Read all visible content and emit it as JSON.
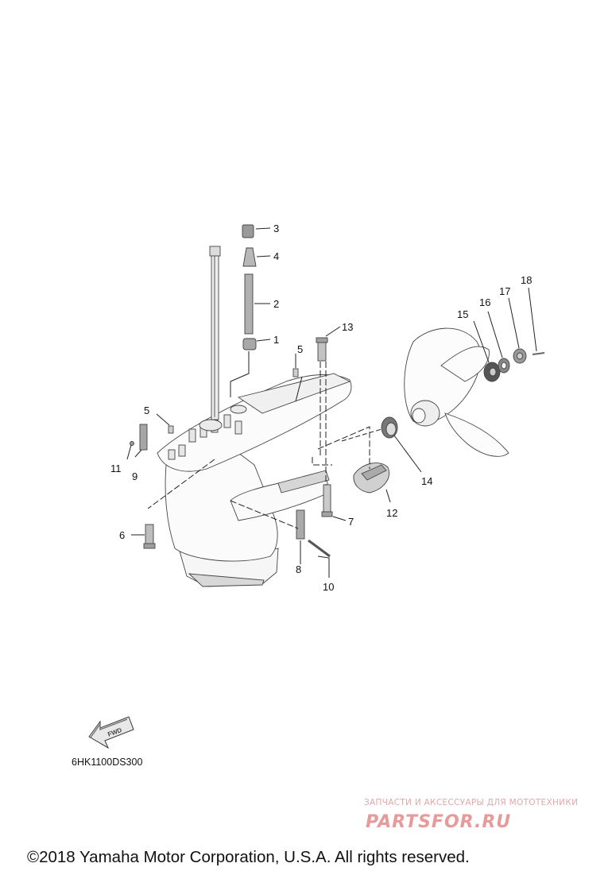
{
  "callouts": [
    {
      "label": "1"
    },
    {
      "label": "2"
    },
    {
      "label": "3"
    },
    {
      "label": "4"
    },
    {
      "label": "5"
    },
    {
      "label": "5"
    },
    {
      "label": "6"
    },
    {
      "label": "7"
    },
    {
      "label": "8"
    },
    {
      "label": "9"
    },
    {
      "label": "10"
    },
    {
      "label": "11"
    },
    {
      "label": "12"
    },
    {
      "label": "13"
    },
    {
      "label": "14"
    },
    {
      "label": "15"
    },
    {
      "label": "16"
    },
    {
      "label": "17"
    },
    {
      "label": "18"
    }
  ],
  "fwd_label": "FWD",
  "diagram_code": "6HK1100DS300",
  "watermark": {
    "tagline": "ЗАПЧАСТИ И АКСЕССУАРЫ ДЛЯ МОТОТЕХНИКИ",
    "logo": "PARTSFOR.RU"
  },
  "copyright": "©2018 Yamaha Motor Corporation, U.S.A. All rights reserved.",
  "colors": {
    "line": "#222222",
    "watermark": "#e79a9a"
  }
}
